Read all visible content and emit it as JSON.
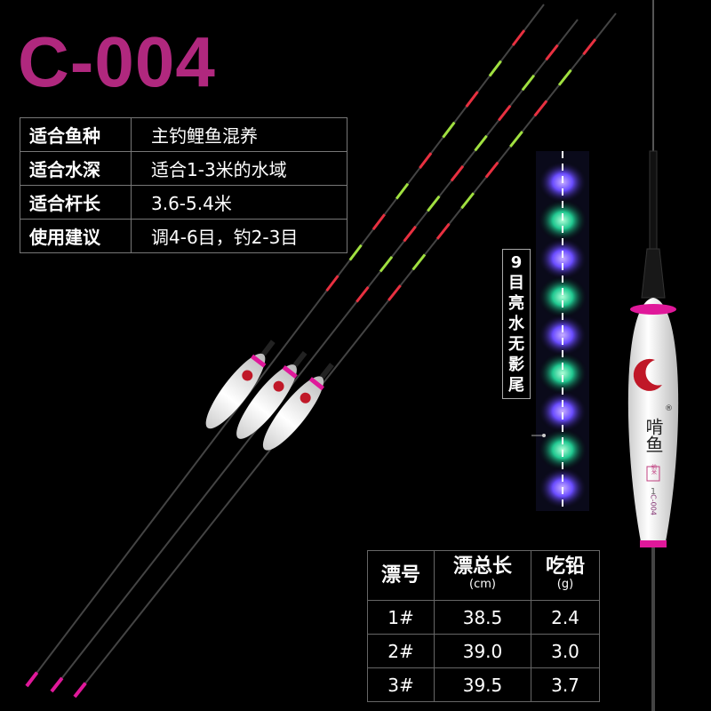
{
  "title": "C-004",
  "specs": [
    {
      "key": "适合鱼种",
      "value": "主钓鲤鱼混养"
    },
    {
      "key": "适合水深",
      "value": "适合1-3米的水域"
    },
    {
      "key": "适合杆长",
      "value": "3.6-5.4米"
    },
    {
      "key": "使用建议",
      "value": "调4-6目，钓2-3目"
    }
  ],
  "glow_label": "9目亮水无影尾",
  "float_label": {
    "brand": "啃鱼",
    "badge": "纳米",
    "number": "1",
    "model": "C-004",
    "registered": "®"
  },
  "size_table": {
    "headers": [
      {
        "label": "漂号",
        "unit": ""
      },
      {
        "label": "漂总长",
        "unit": "(cm)"
      },
      {
        "label": "吃铅",
        "unit": "(g)"
      }
    ],
    "rows": [
      [
        "1#",
        "38.5",
        "2.4"
      ],
      [
        "2#",
        "39.0",
        "3.0"
      ],
      [
        "3#",
        "39.5",
        "3.7"
      ]
    ]
  },
  "colors": {
    "accent": "#b0287e",
    "pink": "#e0189a",
    "green": "#a0e040",
    "red": "#e83040"
  }
}
